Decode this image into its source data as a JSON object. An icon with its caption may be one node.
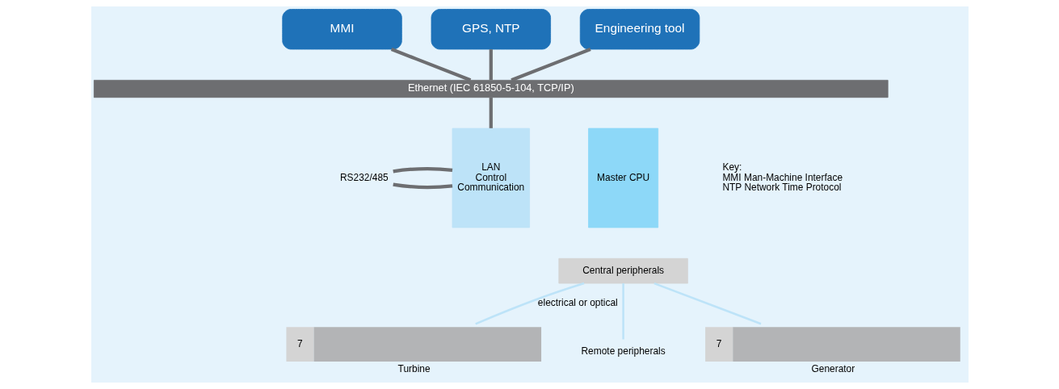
{
  "diagram": {
    "nodes": [
      {
        "text": [
          "MMI"
        ]
      },
      {
        "text": [
          "GPS, NTP"
        ]
      },
      {
        "text": [
          "Engineering tool"
        ]
      },
      {
        "text": [
          "Ethernet (IEC 61850-5-104, TCP/IP)"
        ]
      },
      {
        "text": [
          "LAN",
          "Control",
          "Communication"
        ]
      },
      {
        "text": [
          "Master CPU"
        ]
      },
      {
        "text": [
          "Central peripherals"
        ]
      },
      {
        "text": [
          "RS232/485"
        ]
      },
      {
        "text": [
          "7"
        ],
        "beside": [
          "Turbine"
        ]
      },
      {
        "text": [
          "Remote peripherals"
        ]
      },
      {
        "text": [
          "7"
        ],
        "beside": [
          "Generator"
        ]
      }
    ],
    "edges": [
      {
        "from": 0,
        "to": 3,
        "arrow": "none"
      },
      {
        "from": 1,
        "to": 3,
        "arrow": "none"
      },
      {
        "from": 2,
        "to": 3,
        "arrow": "none"
      },
      {
        "from": 3,
        "to": 4,
        "arrow": "none"
      },
      {
        "from": 7,
        "to": 4,
        "arrow": "none"
      },
      {
        "from": 7,
        "to": 4,
        "arrow": "none"
      },
      {
        "from": 6,
        "to": 8,
        "arrow": "none",
        "label": "electrical or optical",
        "color": "#bde3f8"
      },
      {
        "from": 6,
        "to": 9,
        "arrow": "none",
        "color": "#bde3f8"
      },
      {
        "from": 6,
        "to": 10,
        "arrow": "none",
        "color": "#bde3f8"
      }
    ],
    "labels": [
      "Key:",
      "MMI Man-Machine Interface",
      "NTP Network Time Protocol"
    ]
  }
}
